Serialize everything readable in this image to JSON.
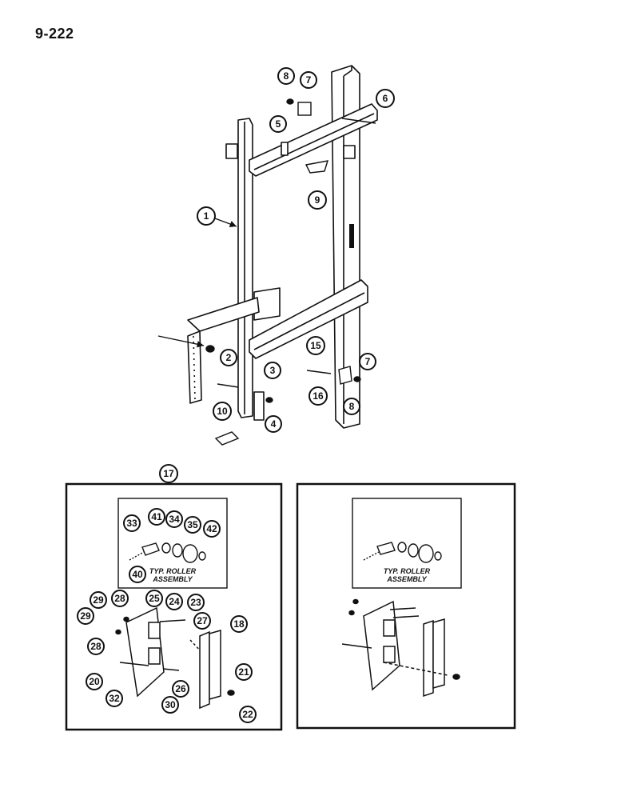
{
  "page_number": "9-222",
  "callouts_main": [
    "1",
    "2",
    "3",
    "4",
    "5",
    "6",
    "7",
    "7",
    "8",
    "8",
    "9",
    "10",
    "15",
    "16"
  ],
  "callouts_left_panel": [
    "17",
    "18",
    "20",
    "21",
    "22",
    "23",
    "24",
    "25",
    "26",
    "27",
    "28",
    "28",
    "29",
    "29",
    "30",
    "32",
    "33",
    "34",
    "35",
    "40",
    "41",
    "42"
  ],
  "inset_caption_left": [
    "TYP. ROLLER",
    "ASSEMBLY"
  ],
  "inset_caption_right": [
    "TYP. ROLLER",
    "ASSEMBLY"
  ]
}
